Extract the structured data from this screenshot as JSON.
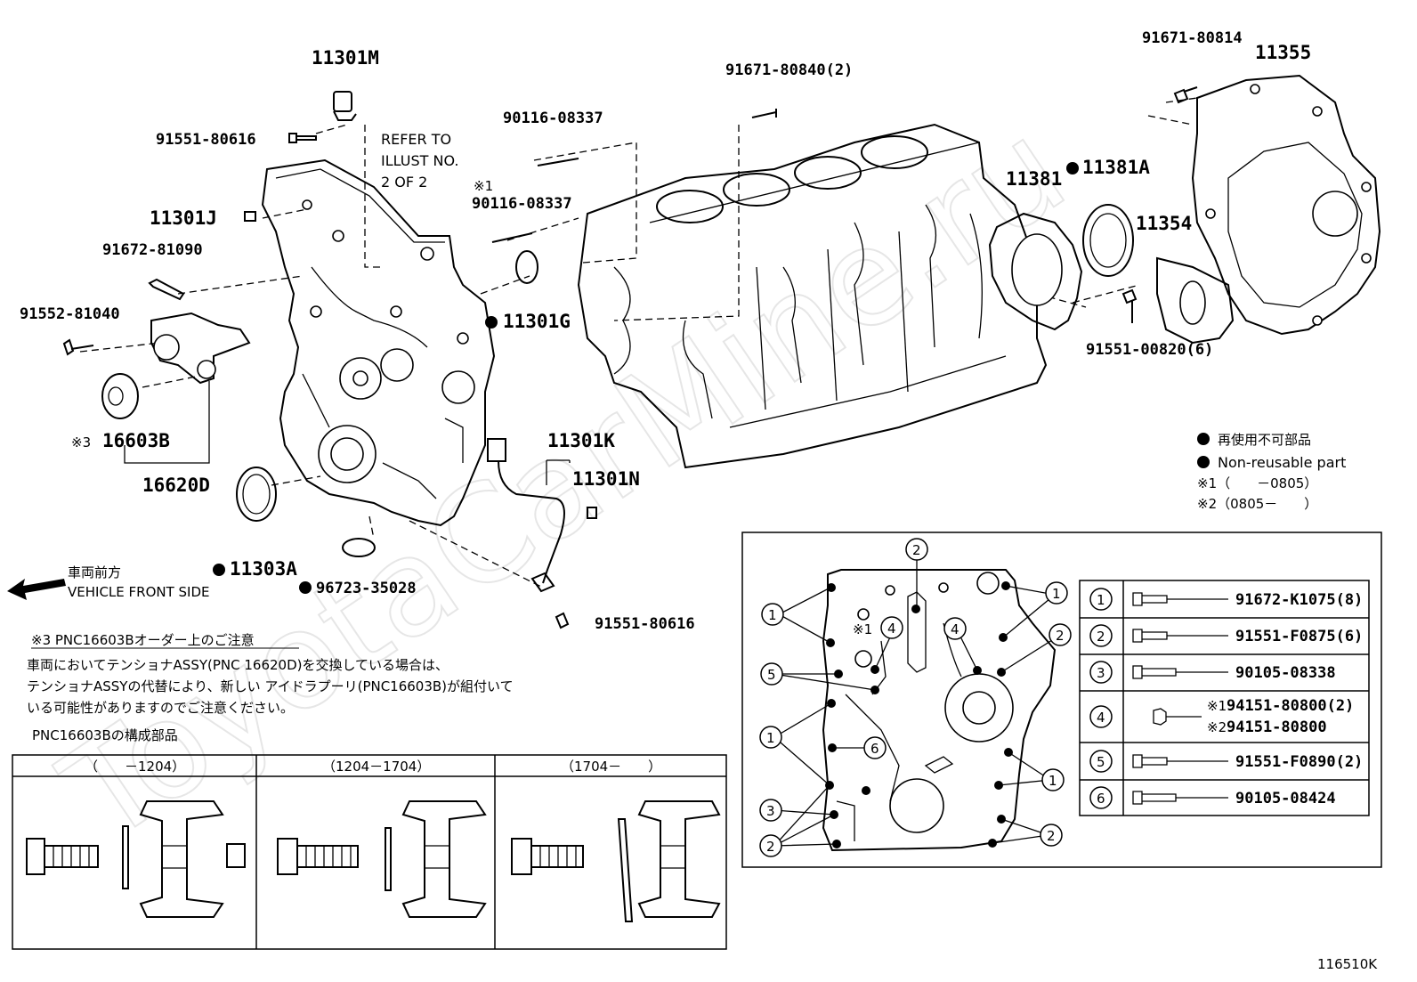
{
  "watermark": "ToyotaCarMine.ru",
  "diagram_id": "116510K",
  "labels": {
    "p11301M": "11301M",
    "p91551_80616_top": "91551-80616",
    "refer_to": "REFER TO",
    "illust_no": "ILLUST NO.",
    "two_of_two": "2 OF 2",
    "p11301J": "11301J",
    "p91672_81090": "91672-81090",
    "p91552_81040": "91552-81040",
    "p16603B": "16603B",
    "p16603B_mark": "※3",
    "p16620D": "16620D",
    "p90116_08337_a": "90116-08337",
    "p90116_08337_b": "90116-08337",
    "p90116_mark": "※1",
    "p11301G": "11301G",
    "p91671_80840": "91671-80840(2)",
    "p11301K": "11301K",
    "p11301N": "11301N",
    "p11303A": "11303A",
    "p96723_35028": "96723-35028",
    "p91551_80616_bot": "91551-80616",
    "p11381": "11381",
    "p11381A": "11381A",
    "p11354": "11354",
    "p91551_00820": "91551-00820(6)",
    "p91671_80814": "91671-80814",
    "p11355": "11355"
  },
  "front": {
    "jp": "車両前方",
    "en": "VEHICLE FRONT SIDE"
  },
  "legend": {
    "nonreusable_jp": "再使用不可部品",
    "nonreusable_en": "Non-reusable part",
    "note1": "※1（　　－0805）",
    "note2": "※2（0805－　　）"
  },
  "note": {
    "title": "※3 PNC16603Bオーダー上のご注意",
    "line1": "車両においてテンショナASSY(PNC 16620D)を交換している場合は、",
    "line2": "テンショナASSYの代替により、新しい アイドラプーリ(PNC16603B)が組付いて",
    "line3": "いる可能性がありますのでご注意ください。",
    "line4": "PNC16603Bの構成部品"
  },
  "periods": [
    "（　　－1204）",
    "（1204－1704）",
    "（1704－　　）"
  ],
  "bolt_table": [
    {
      "n": "1",
      "part": "91672-K1075(8)"
    },
    {
      "n": "2",
      "part": "91551-F0875(6)"
    },
    {
      "n": "3",
      "part": "90105-08338"
    },
    {
      "n": "4",
      "mark1": "※1",
      "part": "94151-80800(2)",
      "mark2": "※2",
      "part2": "94151-80800"
    },
    {
      "n": "5",
      "part": "91551-F0890(2)"
    },
    {
      "n": "6",
      "part": "90105-08424"
    }
  ],
  "callouts": {
    "c1": "1",
    "c2": "2",
    "c3": "3",
    "c4": "4",
    "c5": "5",
    "c6": "6",
    "detail_mark1": "※1"
  }
}
